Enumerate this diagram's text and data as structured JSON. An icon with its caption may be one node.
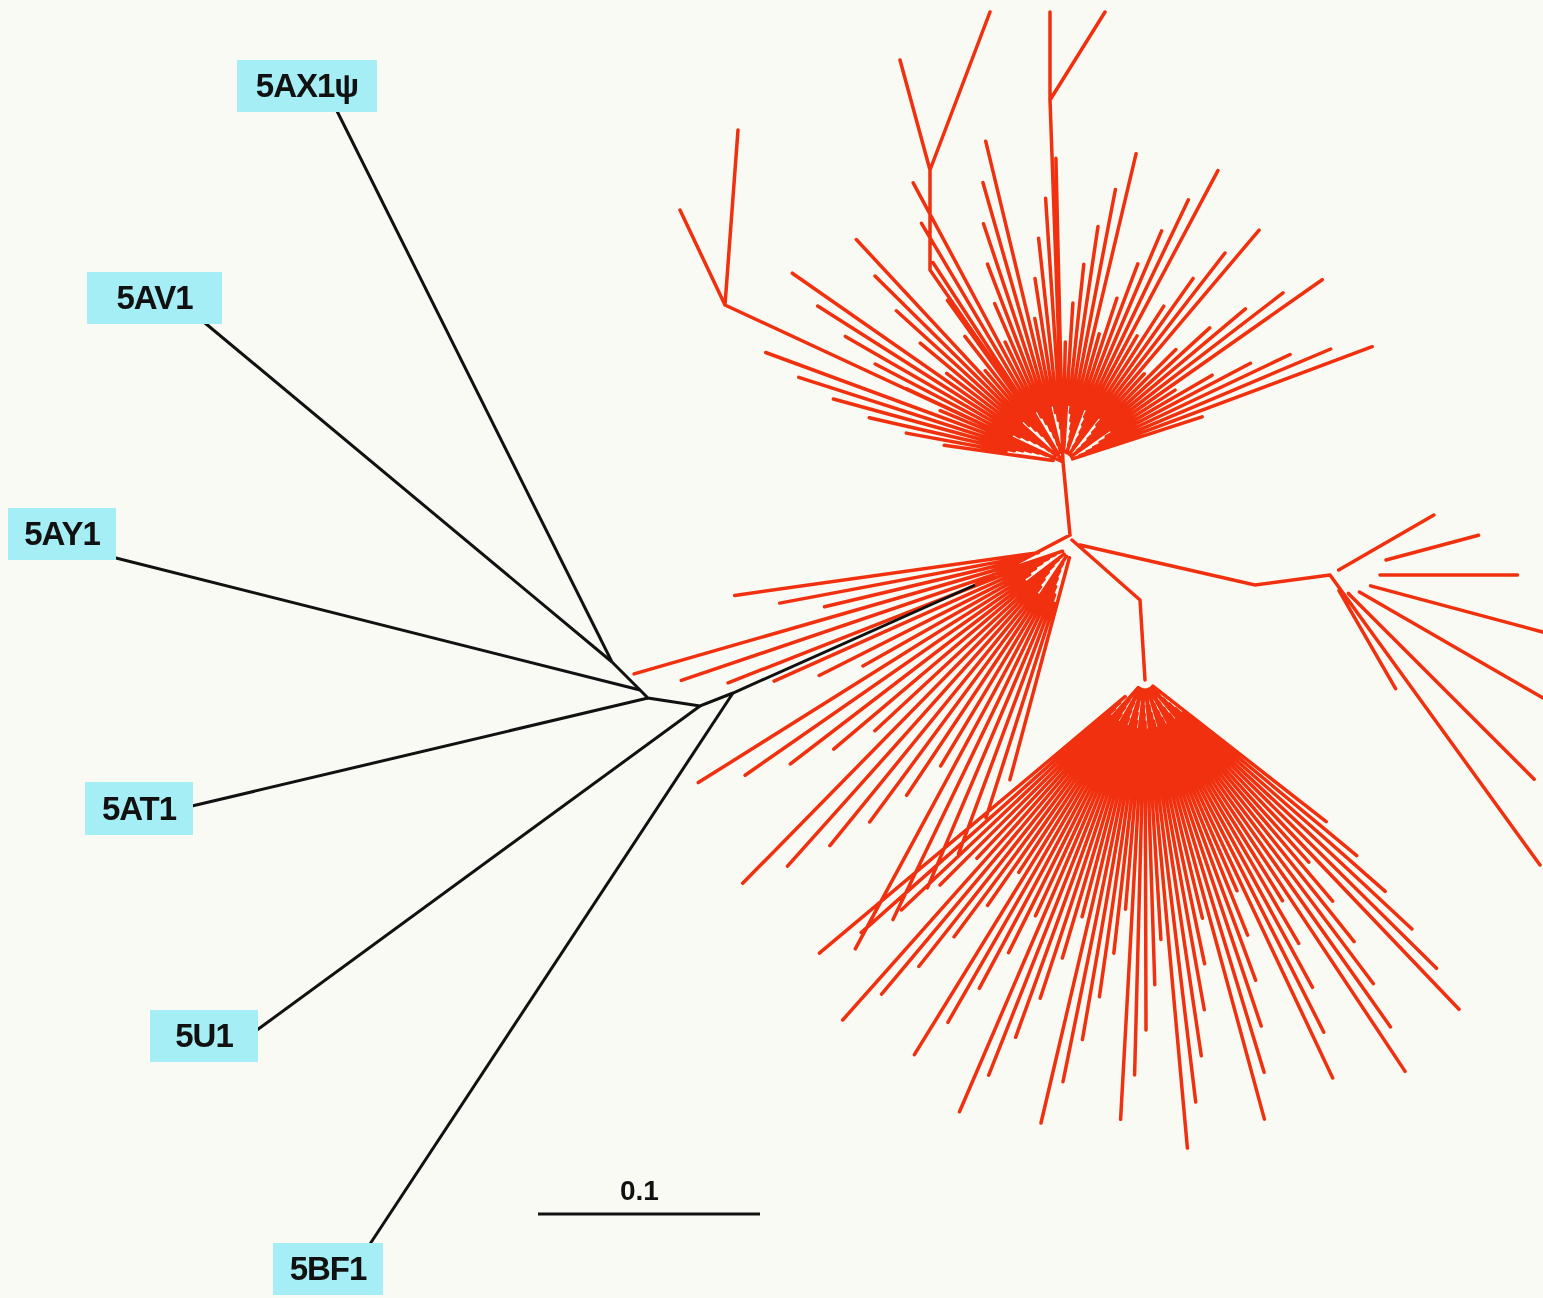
{
  "diagram": {
    "nodes": [
      {
        "text": [
          "5AX1ψ"
        ]
      },
      {
        "text": [
          "5AV1"
        ]
      },
      {
        "text": [
          "5AY1"
        ]
      },
      {
        "text": [
          "5AT1"
        ]
      },
      {
        "text": [
          "5U1"
        ]
      },
      {
        "text": [
          "5BF1"
        ]
      }
    ],
    "edges": [
      {
        "from": 0,
        "to": null,
        "arrow": "none"
      },
      {
        "from": 1,
        "to": null,
        "arrow": "none"
      },
      {
        "from": 2,
        "to": null,
        "arrow": "none"
      },
      {
        "from": 3,
        "to": null,
        "arrow": "none"
      },
      {
        "from": 4,
        "to": null,
        "arrow": "none"
      },
      {
        "from": 5,
        "to": null,
        "arrow": "none"
      }
    ],
    "labels": [
      "0.1"
    ]
  }
}
